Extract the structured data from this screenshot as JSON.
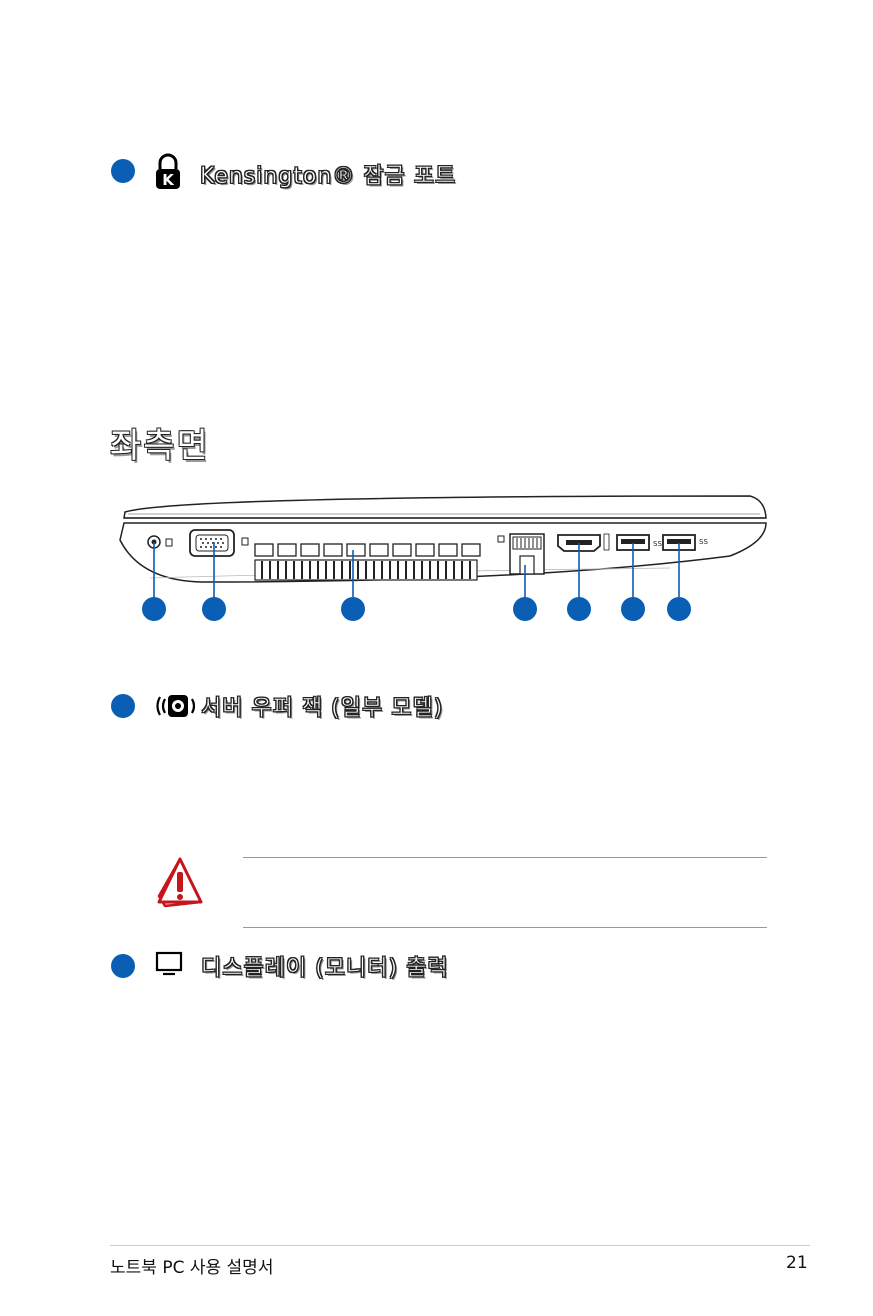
{
  "sections": {
    "kensington": {
      "title": "Kensington® 잠금 포트"
    },
    "subwoofer": {
      "title": "서버 우퍼 잭 (일부 모델)"
    },
    "display": {
      "title": "디스플레이 (모니터) 출력"
    }
  },
  "heading": "좌측면",
  "footer": {
    "left": "노트북 PC 사용 설명서",
    "page_number": "21"
  },
  "colors": {
    "badge": "#0a5fb4",
    "warning": "#c4161c"
  },
  "icons": [
    "kensington-lock-icon",
    "subwoofer-icon",
    "monitor-icon",
    "warning-icon"
  ]
}
